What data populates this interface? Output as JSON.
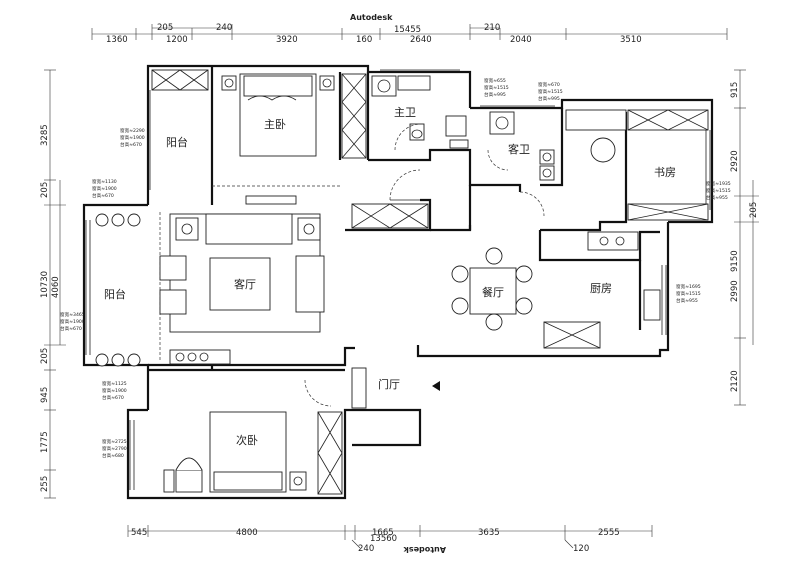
{
  "header": {
    "brand_top": "Autodesk",
    "brand_bottom": "Autodesk"
  },
  "dims": {
    "top_total": "15455",
    "top_small": [
      "205",
      "240",
      "160",
      "210"
    ],
    "top_main": [
      "1360",
      "1200",
      "3920",
      "2640",
      "2040",
      "3510"
    ],
    "left_total": "10730",
    "left_mid": "4060",
    "left_main": [
      "3285",
      "205",
      "205",
      "945",
      "1775",
      "255"
    ],
    "right_main": [
      "915",
      "2920",
      "205",
      "2990",
      "2120"
    ],
    "right_total": "9150",
    "bottom_main": [
      "545",
      "4800",
      "1665",
      "3635",
      "2555"
    ],
    "bottom_total": "13560",
    "bottom_small": [
      "240",
      "120"
    ]
  },
  "rooms": {
    "balcony_top": "阳台",
    "master_bedroom": "主卧",
    "master_bath": "主卫",
    "guest_bath": "客卫",
    "study": "书房",
    "living_room": "客厅",
    "balcony_left": "阳台",
    "dining_room": "餐厅",
    "kitchen": "厨房",
    "entrance": "门厅",
    "second_bedroom": "次卧"
  },
  "notes": {
    "n1": [
      "窗宽≈2290",
      "窗高≈1900",
      "台高≈670"
    ],
    "n2": [
      "窗宽≈1130",
      "窗高≈1900",
      "台高≈670"
    ],
    "n3": [
      "窗宽≈3465",
      "窗高≈1900",
      "台高≈670"
    ],
    "n4": [
      "窗宽≈1125",
      "窗高≈1900",
      "台高≈670"
    ],
    "n5": [
      "窗宽≈2725",
      "窗高≈2790",
      "台高≈680"
    ],
    "n6": [
      "窗宽≈655",
      "窗高≈1515",
      "台高≈995"
    ],
    "n7": [
      "窗宽≈670",
      "窗高≈1515",
      "台高≈995"
    ],
    "n8": [
      "窗宽≈1935",
      "窗高≈1515",
      "台高≈955"
    ],
    "n9": [
      "窗宽≈1695",
      "窗高≈1515",
      "台高≈955"
    ]
  }
}
